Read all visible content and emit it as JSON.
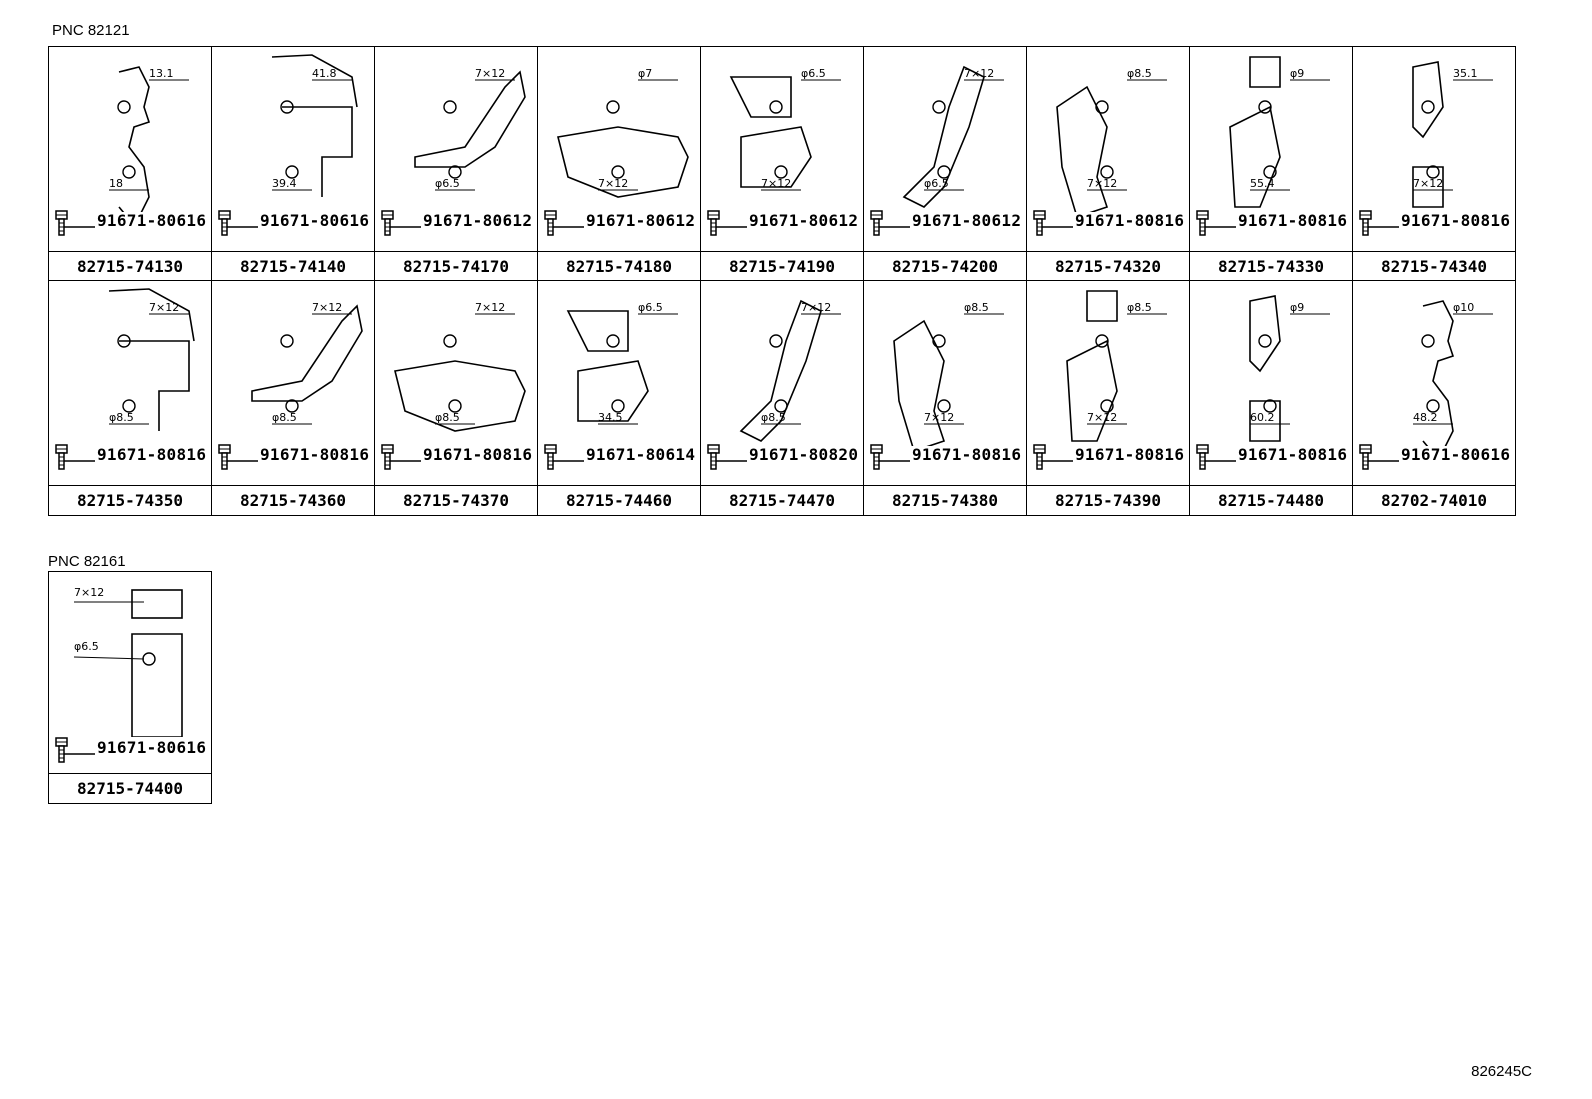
{
  "pnc_top": "PNC 82121",
  "pnc_bottom": "PNC 82161",
  "diagram_code": "826245C",
  "row1": [
    {
      "part": "82715-74130",
      "bolt": "91671-80616",
      "dims": [
        "13.1",
        "18"
      ]
    },
    {
      "part": "82715-74140",
      "bolt": "91671-80616",
      "dims": [
        "41.8",
        "39.4"
      ]
    },
    {
      "part": "82715-74170",
      "bolt": "91671-80612",
      "dims": [
        "7×12",
        "φ6.5"
      ]
    },
    {
      "part": "82715-74180",
      "bolt": "91671-80612",
      "dims": [
        "φ7",
        "7×12"
      ]
    },
    {
      "part": "82715-74190",
      "bolt": "91671-80612",
      "dims": [
        "φ6.5",
        "7×12"
      ]
    },
    {
      "part": "82715-74200",
      "bolt": "91671-80612",
      "dims": [
        "7×12",
        "φ6.5"
      ]
    },
    {
      "part": "82715-74320",
      "bolt": "91671-80816",
      "dims": [
        "φ8.5",
        "7×12"
      ]
    },
    {
      "part": "82715-74330",
      "bolt": "91671-80816",
      "dims": [
        "φ9",
        "55.4"
      ]
    },
    {
      "part": "82715-74340",
      "bolt": "91671-80816",
      "dims": [
        "35.1",
        "7×12"
      ]
    }
  ],
  "row2": [
    {
      "part": "82715-74350",
      "bolt": "91671-80816",
      "dims": [
        "7×12",
        "φ8.5"
      ]
    },
    {
      "part": "82715-74360",
      "bolt": "91671-80816",
      "dims": [
        "7×12",
        "φ8.5"
      ]
    },
    {
      "part": "82715-74370",
      "bolt": "91671-80816",
      "dims": [
        "7×12",
        "φ8.5"
      ]
    },
    {
      "part": "82715-74460",
      "bolt": "91671-80614",
      "dims": [
        "φ6.5",
        "34.5"
      ]
    },
    {
      "part": "82715-74470",
      "bolt": "91671-80820",
      "dims": [
        "7×12",
        "φ8.5"
      ]
    },
    {
      "part": "82715-74380",
      "bolt": "91671-80816",
      "dims": [
        "φ8.5",
        "7×12"
      ]
    },
    {
      "part": "82715-74390",
      "bolt": "91671-80816",
      "dims": [
        "φ8.5",
        "7×12"
      ]
    },
    {
      "part": "82715-74480",
      "bolt": "91671-80816",
      "dims": [
        "φ9",
        "60.2"
      ]
    },
    {
      "part": "82702-74010",
      "bolt": "91671-80616",
      "dims": [
        "φ10",
        "48.2"
      ]
    }
  ],
  "bottom": {
    "part": "82715-74400",
    "bolt": "91671-80616",
    "dims": [
      "7×12",
      "φ6.5"
    ]
  }
}
